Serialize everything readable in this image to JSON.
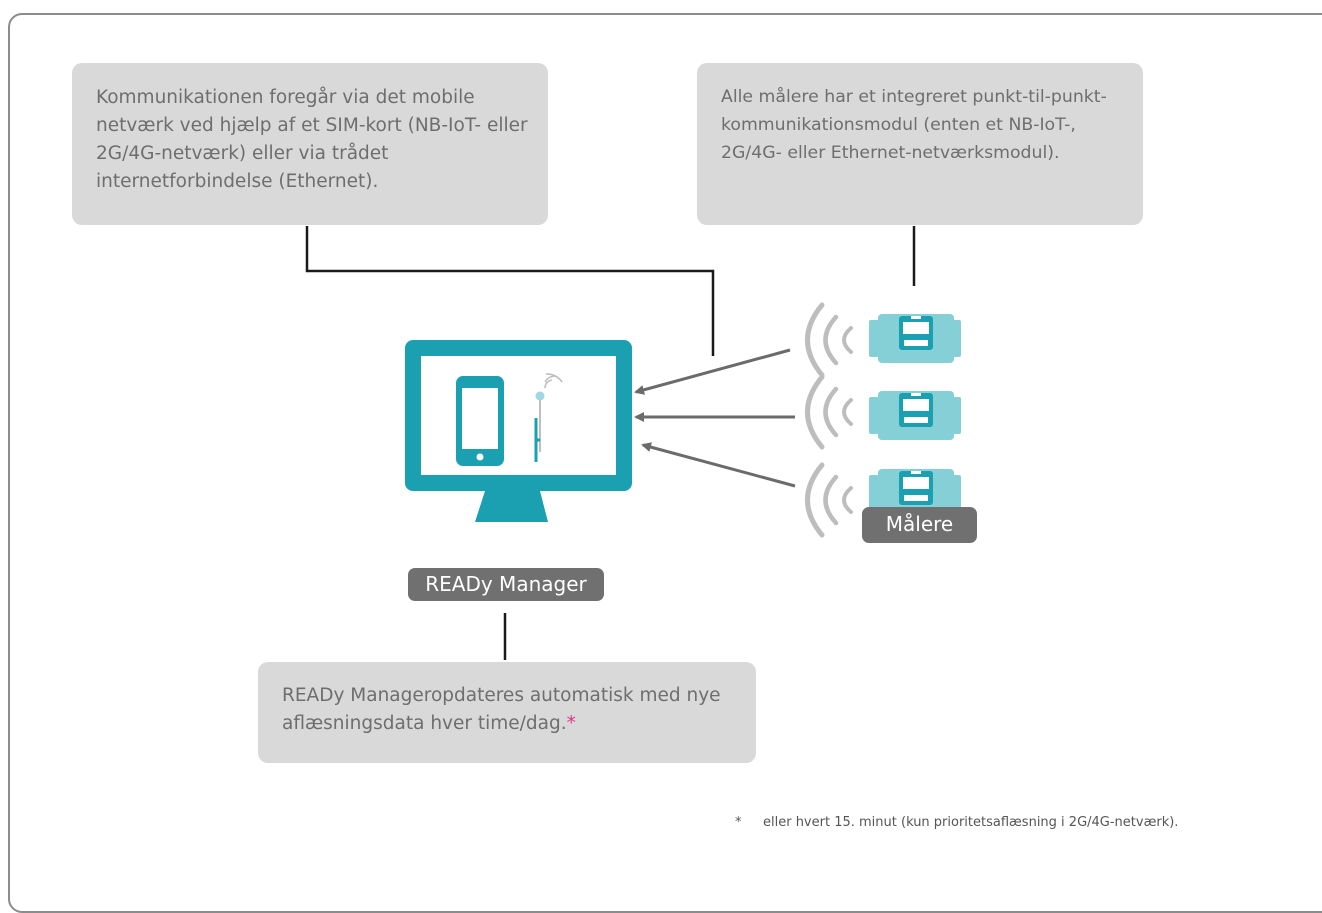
{
  "info_boxes": {
    "communication": "Kommunikationen foregår via det mobile netværk ved hjælp af et SIM-kort (NB-IoT- eller 2G/4G-netværk) eller via trådet internetforbindelse (Ethernet).",
    "meter_modules": "Alle målere har et integreret punkt-til-punkt-kommunikationsmodul (enten et NB-IoT-, 2G/4G- eller Ethernet-netværksmodul).",
    "ready_update": "READy Manageropdateres automatisk med nye aflæsningsdata hver time/dag.",
    "ready_update_marker": "*"
  },
  "labels": {
    "manager": "READy Manager",
    "meters": "Målere"
  },
  "footnote": {
    "marker": "*",
    "text": "eller hvert 15. minut (kun prioritetsaflæsning i 2G/4G-netværk)."
  },
  "colors": {
    "teal": "#1aa0b0",
    "meter_body": "#84d0d6",
    "box_gray": "#d9d9d9",
    "label_gray": "#707070",
    "accent_pink": "#e0338a"
  },
  "icons": [
    "monitor-icon",
    "smartphone-icon",
    "antenna-icon",
    "wireless-signal-icon",
    "meter-icon"
  ]
}
